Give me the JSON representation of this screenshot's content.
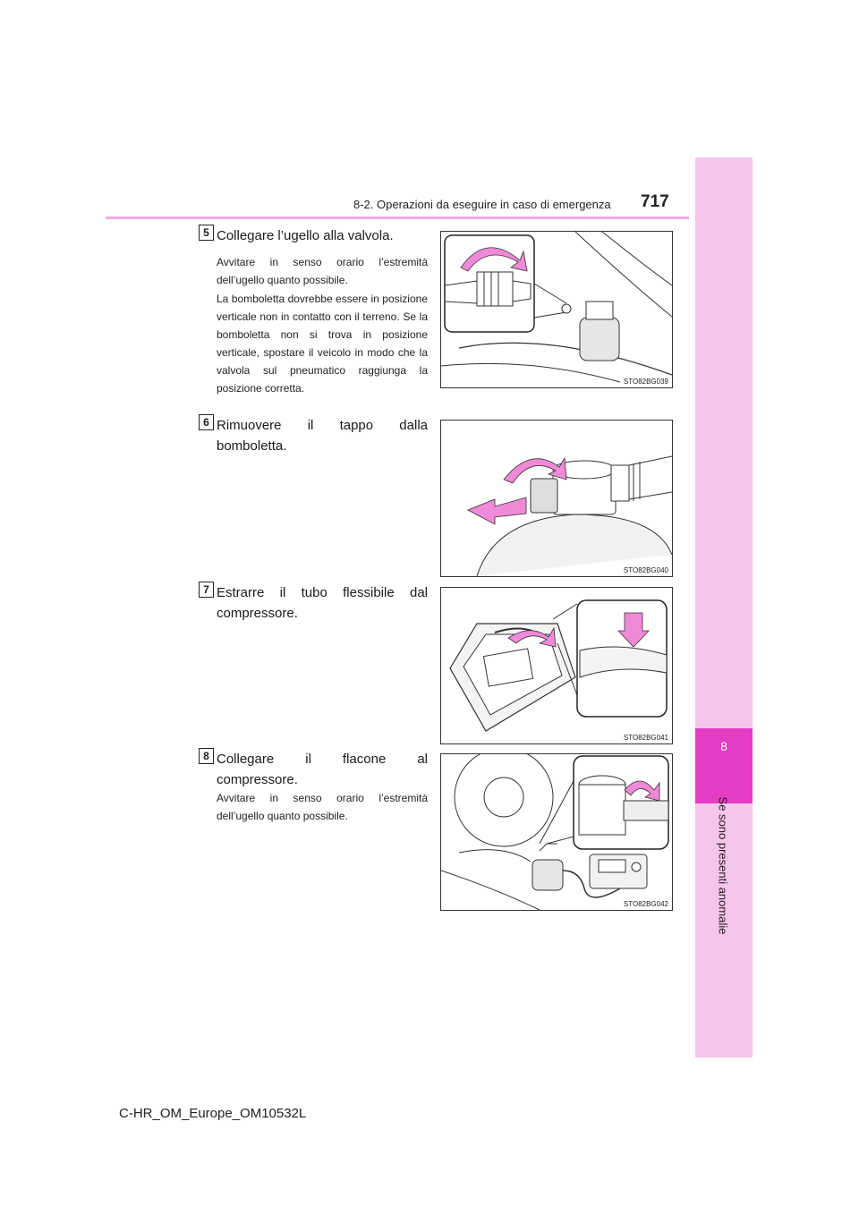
{
  "header": {
    "section": "8-2. Operazioni da eseguire in caso di emergenza",
    "page_number": "717"
  },
  "side_tab": {
    "chapter_number": "8",
    "chapter_title": "Se sono presenti anomalie"
  },
  "steps": [
    {
      "number": "5",
      "title": "Collegare l’ugello alla valvola.",
      "paragraphs": [
        "Avvitare in senso orario l’estremità dell’ugello quanto possibile.",
        "La bomboletta dovrebbe essere in posizione verticale non in contatto con il terreno. Se la bomboletta non si trova in posizione verticale, spostare il veicolo in modo che la valvola sul pneumatico raggiunga la posizione corretta."
      ],
      "illustration_code": "STO82BG039"
    },
    {
      "number": "6",
      "title": "Rimuovere il tappo dalla bomboletta.",
      "paragraphs": [],
      "illustration_code": "STO82BG040"
    },
    {
      "number": "7",
      "title": "Estrarre il tubo flessibile dal compressore.",
      "paragraphs": [],
      "illustration_code": "STO82BG041"
    },
    {
      "number": "8",
      "title": "Collegare il flacone al compressore.",
      "paragraphs": [
        "Avvitare in senso orario l’estremità dell’ugello quanto possibile."
      ],
      "illustration_code": "STO82BG042"
    }
  ],
  "footer": {
    "document_id": "C-HR_OM_Europe_OM10532L"
  },
  "colors": {
    "tab_light": "#f7c4ec",
    "tab_dark": "#e43cc4",
    "header_rule": "#f2a8e4",
    "arrow": "#f08ad8"
  }
}
